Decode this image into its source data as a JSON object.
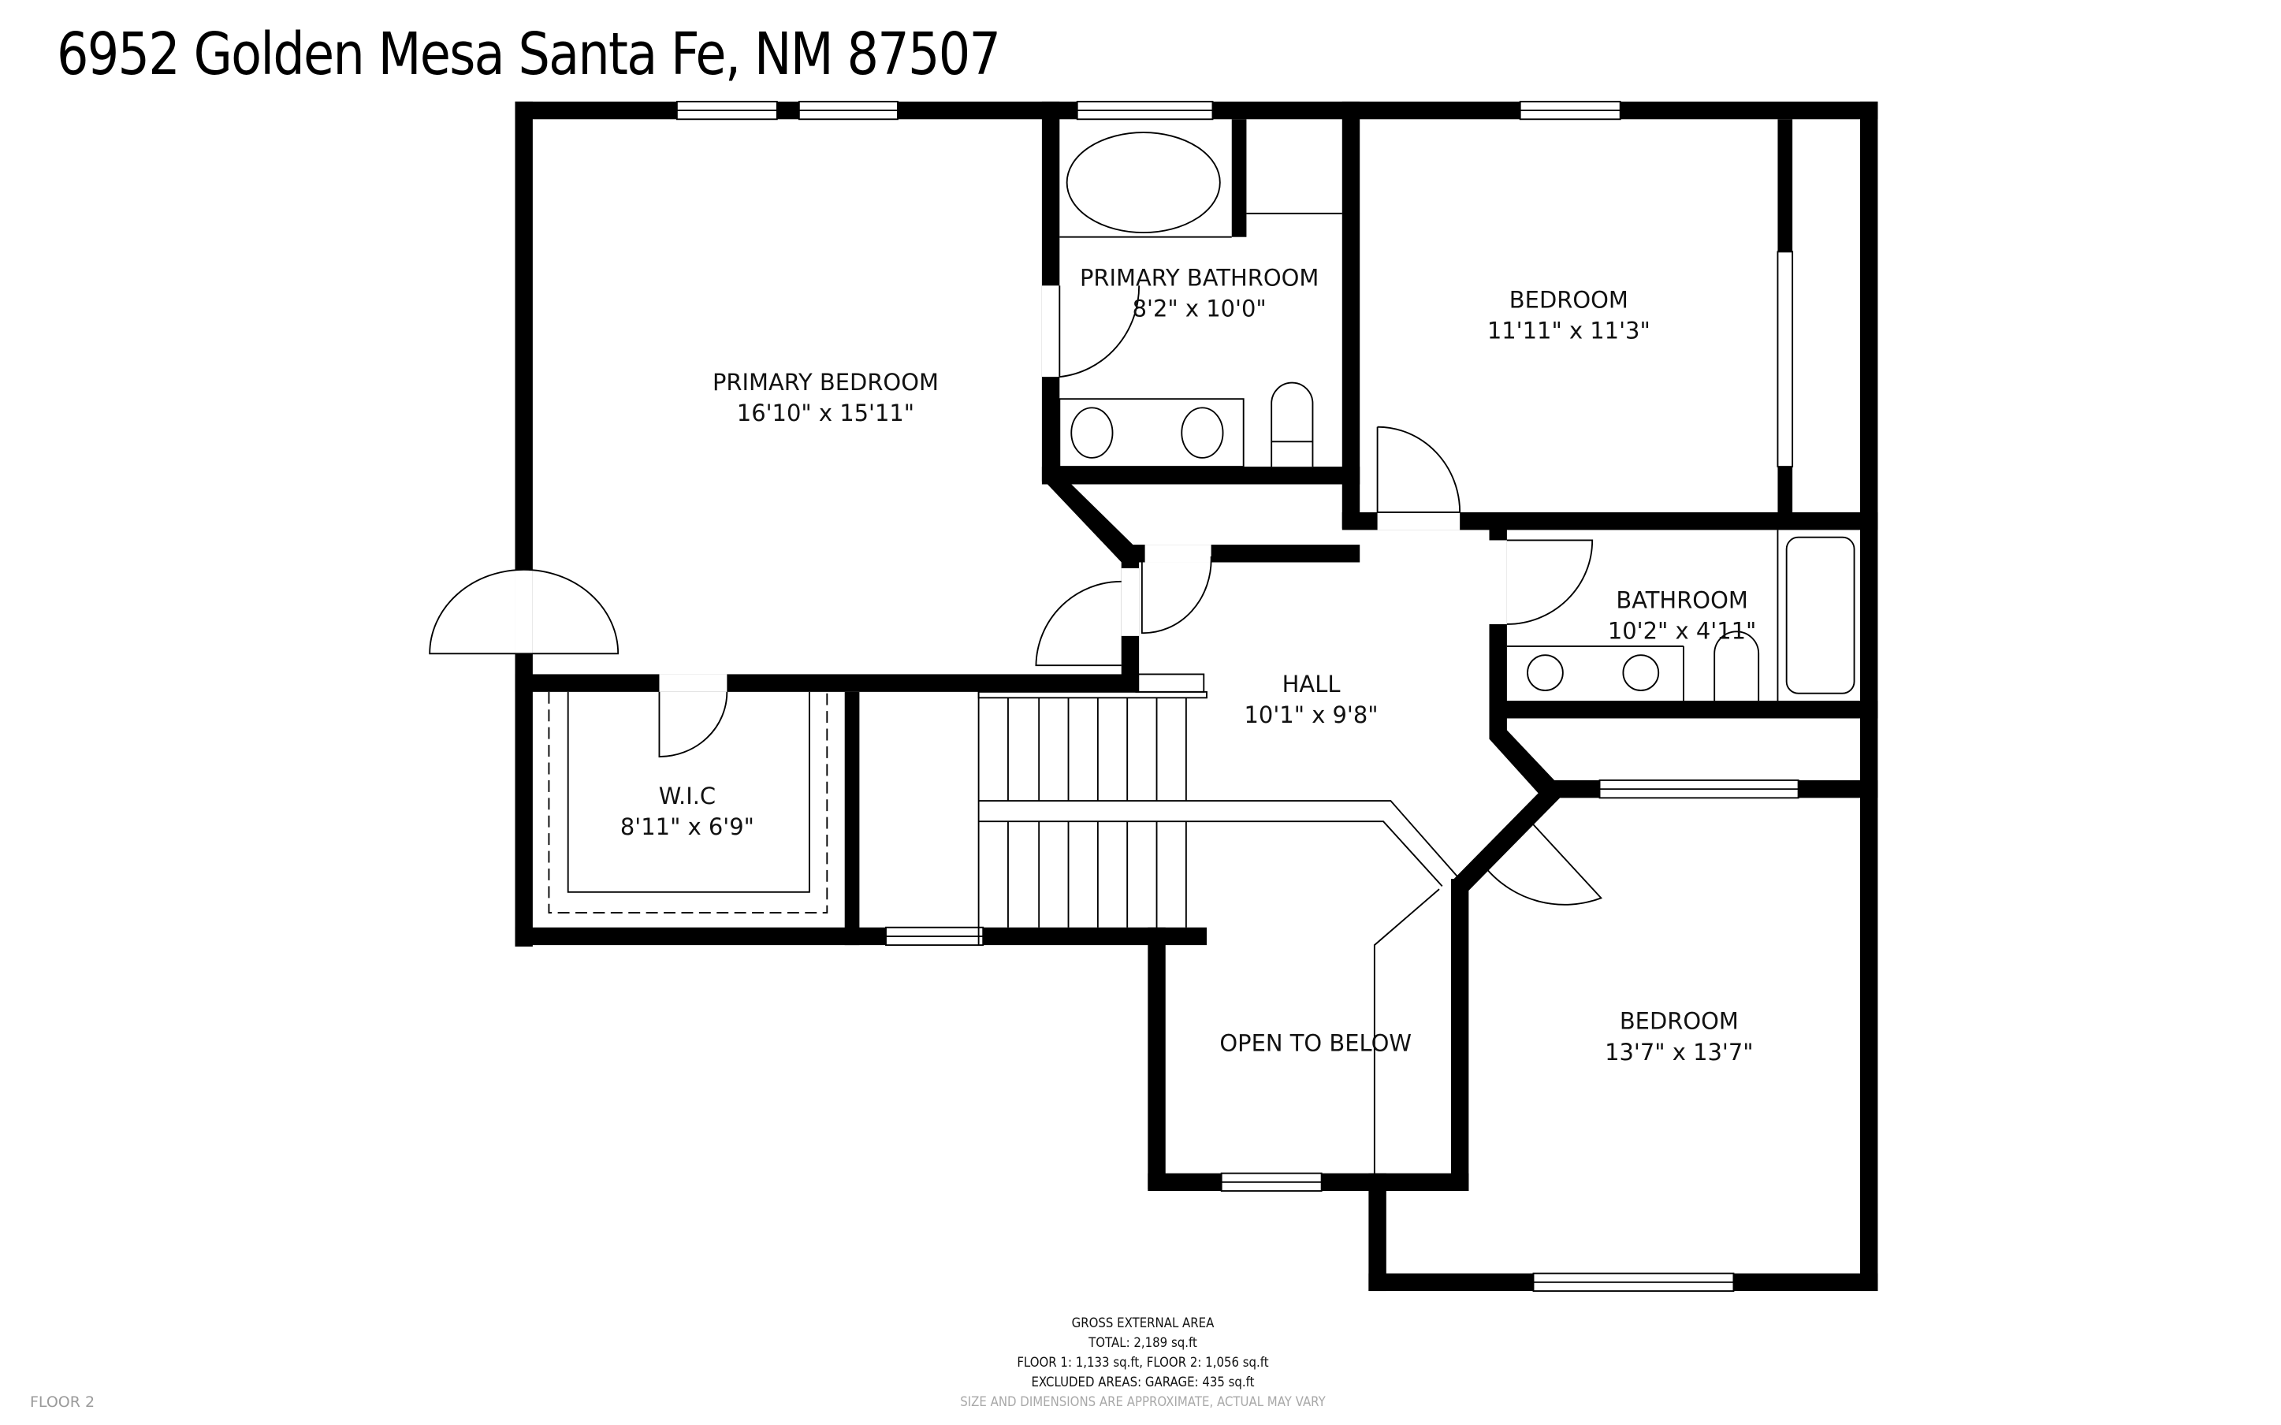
{
  "header": {
    "title": "6952 Golden Mesa Santa Fe, NM 87507"
  },
  "rooms": [
    {
      "name": "PRIMARY BEDROOM",
      "dimensions": "16'10\" x 15'11\""
    },
    {
      "name": "PRIMARY BATHROOM",
      "dimensions": "8'2\" x 10'0\""
    },
    {
      "name": "BEDROOM",
      "dimensions": "11'11\" x 11'3\""
    },
    {
      "name": "BATHROOM",
      "dimensions": "10'2\" x 4'11\""
    },
    {
      "name": "HALL",
      "dimensions": "10'1\" x 9'8\""
    },
    {
      "name": "W.I.C",
      "dimensions": "8'11\" x 6'9\""
    },
    {
      "name": "OPEN TO BELOW",
      "dimensions": ""
    },
    {
      "name": "BEDROOM",
      "dimensions": "13'7\" x 13'7\""
    }
  ],
  "footer": {
    "heading": "GROSS EXTERNAL AREA",
    "total": "TOTAL: 2,189 sq.ft",
    "floors": "FLOOR 1: 1,133 sq.ft, FLOOR 2: 1,056 sq.ft",
    "excluded": "EXCLUDED AREAS: GARAGE: 435 sq.ft",
    "disclaimer": "SIZE AND DIMENSIONS ARE APPROXIMATE, ACTUAL MAY VARY"
  },
  "floor_label": "FLOOR 2",
  "colors": {
    "wall": "#000000",
    "background": "#ffffff",
    "muted_text": "#a8a8a8"
  }
}
